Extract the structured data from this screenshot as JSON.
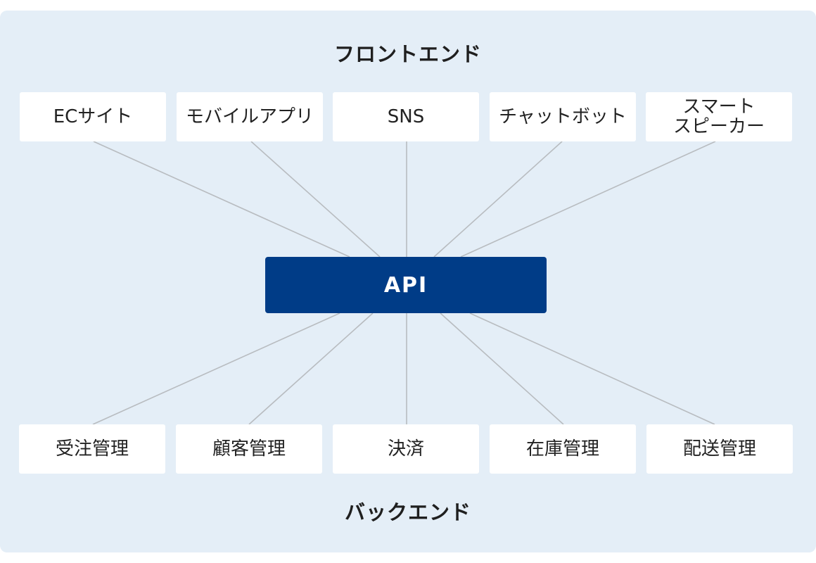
{
  "frontend": {
    "title": "フロントエンド",
    "nodes": [
      {
        "label": "ECサイト"
      },
      {
        "label": "モバイルアプリ"
      },
      {
        "label": "SNS"
      },
      {
        "label": "チャットボット"
      },
      {
        "lines": [
          "スマート",
          "スピーカー"
        ]
      }
    ]
  },
  "api": {
    "label": "API",
    "color": "#003c87"
  },
  "backend": {
    "title": "バックエンド",
    "nodes": [
      {
        "label": "受注管理"
      },
      {
        "label": "顧客管理"
      },
      {
        "label": "決済"
      },
      {
        "label": "在庫管理"
      },
      {
        "label": "配送管理"
      }
    ]
  }
}
